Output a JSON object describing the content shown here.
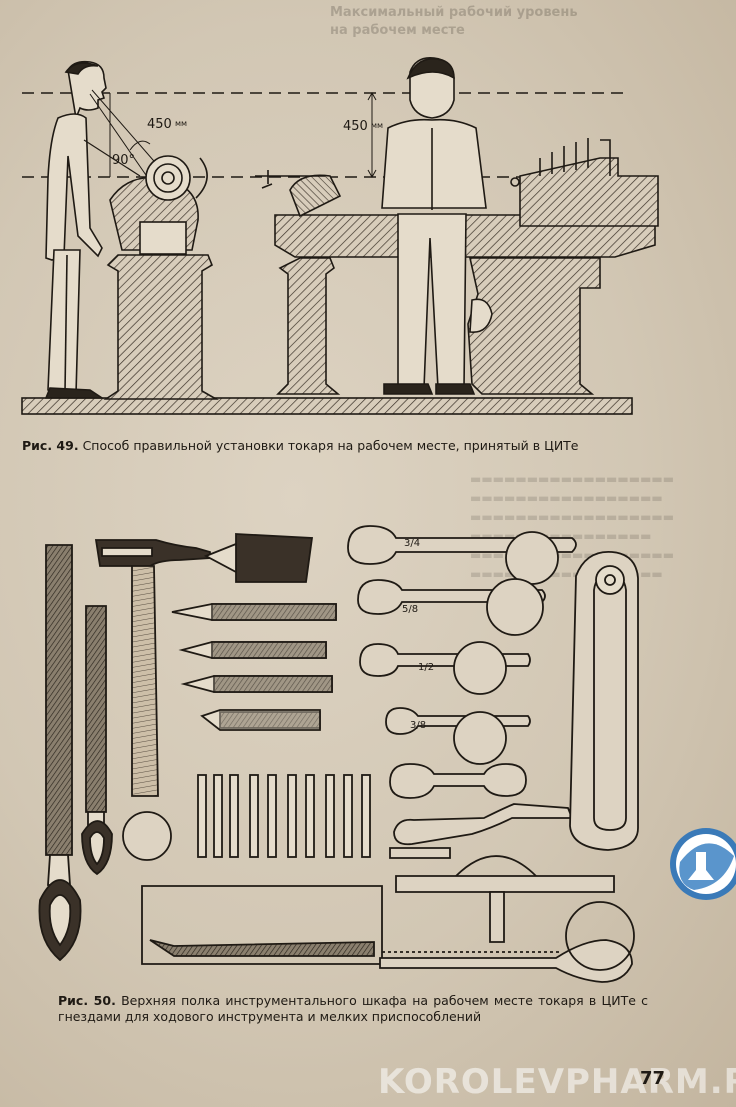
{
  "bleed_lines": [
    "Максимальный рабочий уровень",
    "на рабочем месте"
  ],
  "fig49": {
    "label": "Рис. 49.",
    "caption": "Способ правильной установки токаря на рабочем месте, принятый в ЦИТе",
    "dim_left": "450",
    "dim_left_unit": "мм",
    "dim_right": "450",
    "dim_right_unit": "мм",
    "angle": "90°"
  },
  "fig50": {
    "label": "Рис. 50.",
    "caption": "Верхняя полка инструментального шкафа на рабочем месте токаря в ЦИТе с гнездами для ходового инструмента и мелких приспособлений",
    "wrench_sizes": [
      "3/4",
      "5/8",
      "1/2",
      "3/8",
      "",
      ""
    ]
  },
  "page_number": "77",
  "watermark": "KOROLEVPHARM.RU"
}
